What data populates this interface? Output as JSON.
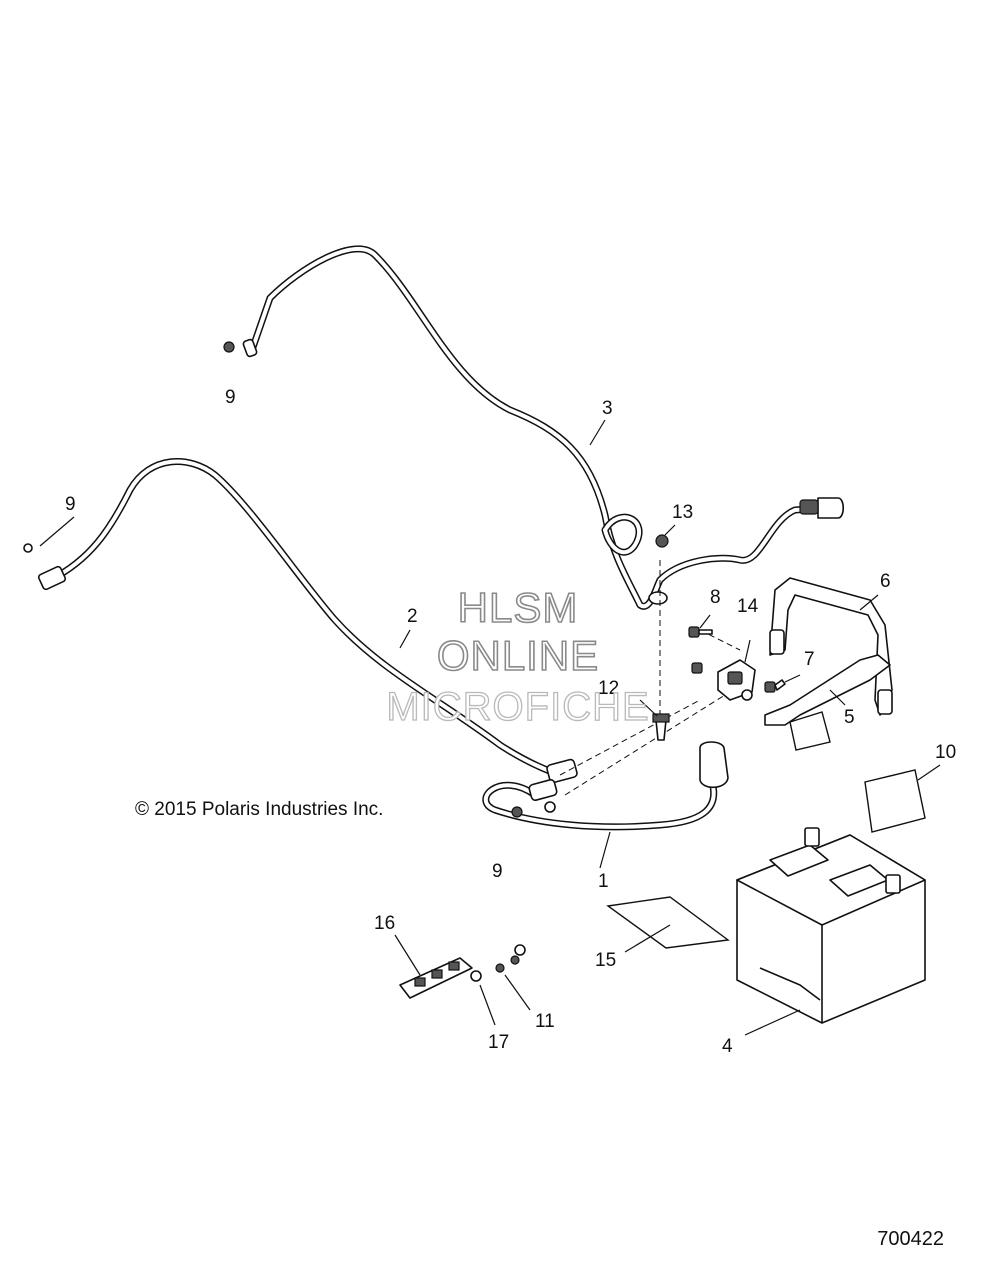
{
  "callouts": {
    "c1": "1",
    "c2": "2",
    "c3": "3",
    "c4": "4",
    "c5": "5",
    "c6": "6",
    "c7": "7",
    "c8": "8",
    "c9a": "9",
    "c9b": "9",
    "c9c": "9",
    "c10": "10",
    "c11": "11",
    "c12": "12",
    "c13": "13",
    "c14": "14",
    "c15": "15",
    "c16": "16",
    "c17": "17"
  },
  "watermark": {
    "line1": "HLSM",
    "line2": "ONLINE",
    "line3": "MICROFICHE"
  },
  "copyright": "© 2015 Polaris Industries Inc.",
  "drawing_number": "700422"
}
